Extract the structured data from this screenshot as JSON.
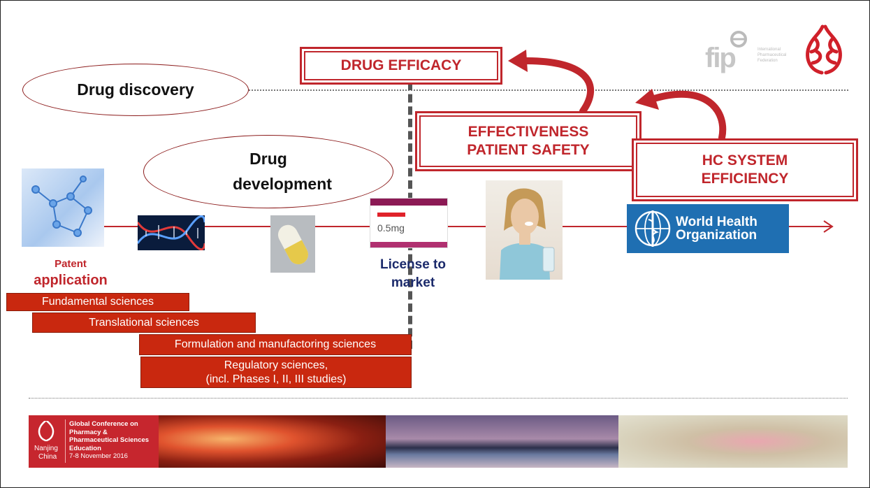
{
  "ellipses": {
    "discovery": "Drug discovery",
    "development_line1": "Drug",
    "development_line2": "development"
  },
  "boxes": {
    "efficacy": "DRUG EFFICACY",
    "effectiveness_line1": "EFFECTIVENESS",
    "effectiveness_line2": "PATIENT SAFETY",
    "hc_line1": "HC SYSTEM",
    "hc_line2": "EFFICIENCY"
  },
  "labels": {
    "patent_line1": "Patent",
    "patent_line2": "application",
    "license_line1": "License to",
    "license_line2": "market"
  },
  "bars": {
    "fundamental": "Fundamental sciences",
    "translational": "Translational sciences",
    "formulation": "Formulation and manufactoring sciences",
    "regulatory_line1": "Regulatory sciences,",
    "regulatory_line2": "(incl. Phases I, II, III studies)"
  },
  "images": {
    "pack_dose": "0.5mg"
  },
  "who": {
    "line1": "World Health",
    "line2": "Organization"
  },
  "fip": {
    "letters": "fip",
    "line1": "International",
    "line2": "Pharmaceutical",
    "line3": "Federation"
  },
  "banner": {
    "city": "Nanjing",
    "country": "China",
    "line1": "Global Conference on",
    "line2": "Pharmacy &",
    "line3": "Pharmaceutical Sciences",
    "line4": "Education",
    "line5": "7-8 November 2016"
  },
  "colors": {
    "accent_red": "#c0262c",
    "bar_red": "#c9280f",
    "navy": "#1b2a6b",
    "who_blue": "#1f6fb2"
  }
}
